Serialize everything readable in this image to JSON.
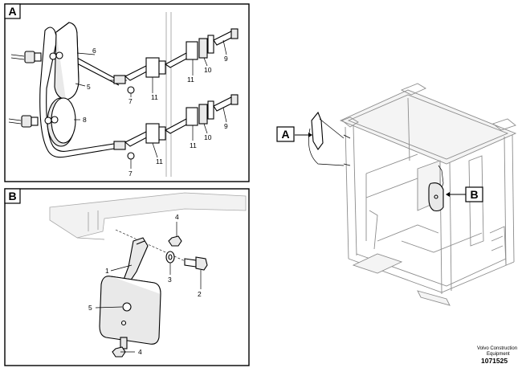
{
  "panels": {
    "a": {
      "tag": "A"
    },
    "b": {
      "tag": "B"
    }
  },
  "overview": {
    "tag_a": "A",
    "tag_b": "B"
  },
  "callouts_a": {
    "c6": "6",
    "c5": "5",
    "c8": "8",
    "c7_top": "7",
    "c7_bot": "7",
    "c11_t1": "11",
    "c11_t2": "11",
    "c11_b1": "11",
    "c11_b2": "11",
    "c10_top": "10",
    "c10_bot": "10",
    "c9_top": "9",
    "c9_bot": "9"
  },
  "callouts_b": {
    "c4_top": "4",
    "c1": "1",
    "c3": "3",
    "c2": "2",
    "c5": "5",
    "c4_bot": "4"
  },
  "footer": {
    "company_line1": "Volvo Construction",
    "company_line2": "Equipment",
    "doc_number": "1071525"
  }
}
